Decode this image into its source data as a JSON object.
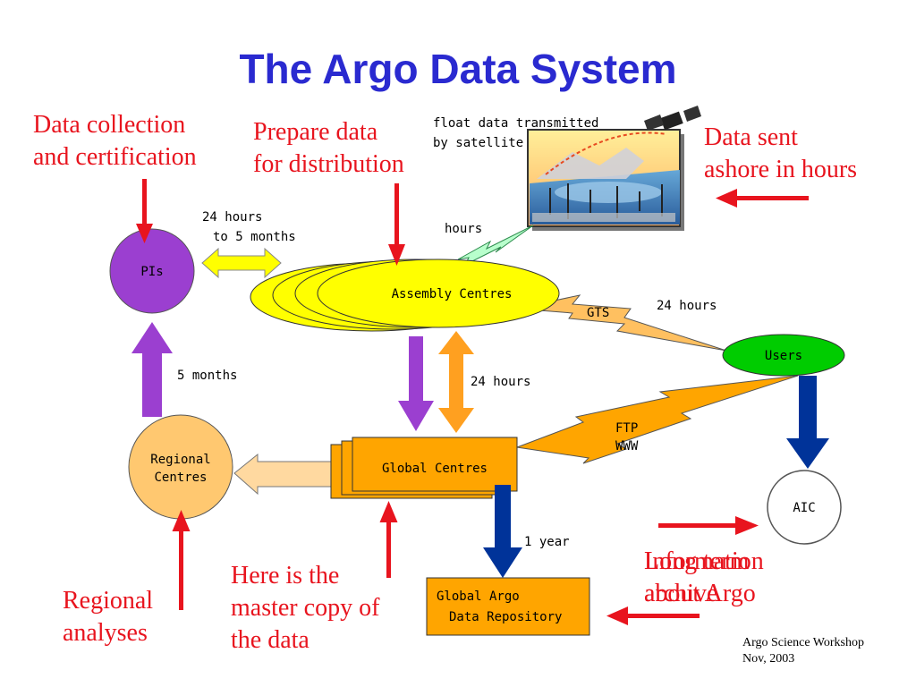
{
  "title": "The Argo Data System",
  "annotations": {
    "data_collection_1": "Data collection",
    "data_collection_2": "and certification",
    "prepare_1": "Prepare data",
    "prepare_2": "for distribution",
    "sent_ashore_1": "Data sent",
    "sent_ashore_2": "ashore in hours",
    "regional_1": "Regional",
    "regional_2": "analyses",
    "master_1": "Here is the",
    "master_2": "master copy of",
    "master_3": "the data",
    "info_a_1": "Information",
    "info_a_2": "about Argo",
    "info_b_1": "Long term",
    "info_b_2": "archive"
  },
  "nodes": {
    "pis": "PIs",
    "assembly": "Assembly Centres",
    "users": "Users",
    "regional_1": "Regional",
    "regional_2": "Centres",
    "global": "Global Centres",
    "aic": "AIC",
    "repo_1": "Global Argo",
    "repo_2": "Data Repository"
  },
  "labels": {
    "float_1": "float data transmitted",
    "float_2": "by satellite",
    "hours": "hours",
    "h24_to_5m_1": "24 hours",
    "h24_to_5m_2": "to 5 months",
    "months5": "5 months",
    "gts": "GTS",
    "gts_24h": "24 hours",
    "global_24h": "24 hours",
    "ftp": "FTP",
    "www": "WWW",
    "year1": "1 year"
  },
  "footer": {
    "line1": "Argo Science Workshop",
    "line2": "Nov, 2003"
  },
  "colors": {
    "title": "#2a2ad0",
    "annotation_red": "#e8141e",
    "pis_purple": "#9b3fd0",
    "assembly_yellow": "#ffff00",
    "users_green": "#00cc00",
    "regional_peach": "#ffc870",
    "global_orange": "#ffa500",
    "lightning_orange": "#ffc060",
    "navy_arrow": "#003399",
    "purple_arrow": "#9b3fd0",
    "orange_arrow": "#ffa020"
  }
}
